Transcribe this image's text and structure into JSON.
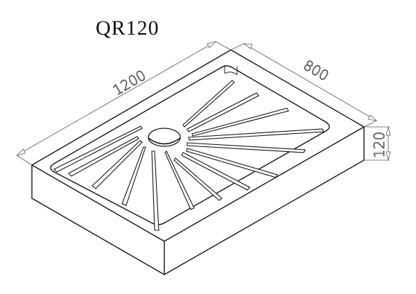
{
  "drawing": {
    "title": "QR120",
    "subject": "shower tray isometric view",
    "dimensions": {
      "length": "1200",
      "width": "800",
      "height": "120"
    },
    "colors": {
      "line": "#111111",
      "dimension_line": "#555555",
      "background": "#ffffff"
    }
  }
}
